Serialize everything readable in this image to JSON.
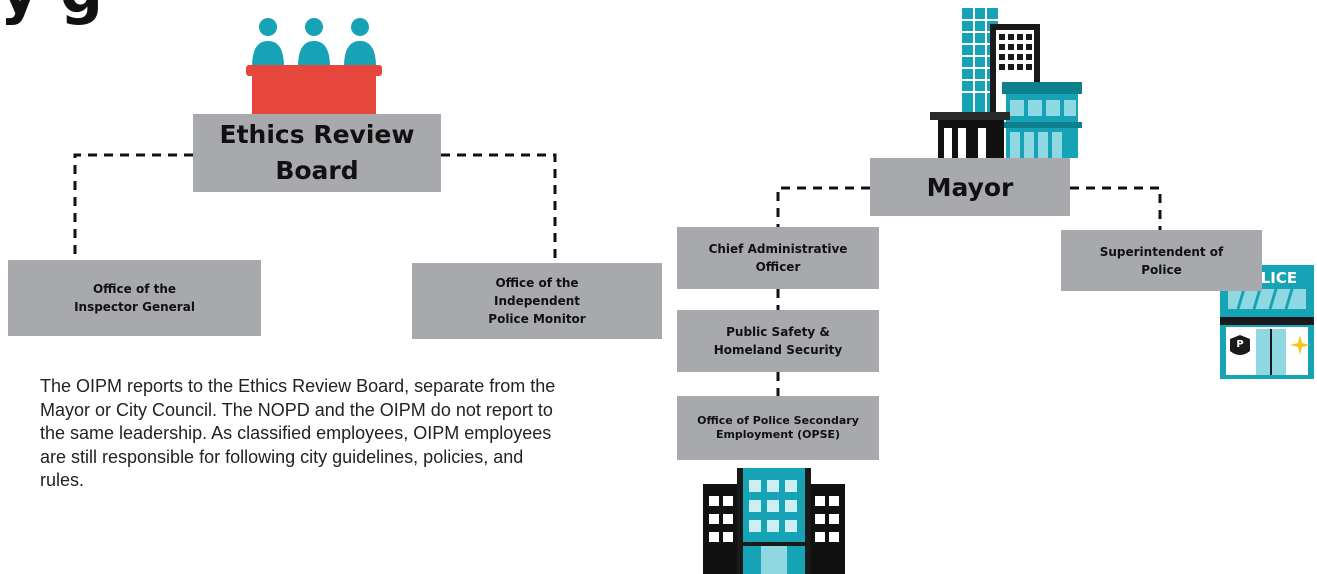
{
  "title_partial": "y g",
  "nodes": {
    "ethics_review_board": "Ethics Review\nBoard",
    "mayor": "Mayor",
    "office_inspector_general": "Office of the\nInspector General",
    "office_independent_police_monitor": "Office of the\nIndependent\nPolice Monitor",
    "chief_administrative_officer": "Chief Administrative\nOfficer",
    "superintendent_of_police": "Superintendent of\nPolice",
    "public_safety_homeland_security": "Public Safety &\nHomeland Security",
    "office_police_secondary_employment": "Office of Police Secondary\nEmployment (OPSE)"
  },
  "description": "The OIPM reports to the Ethics Review Board, separate from the Mayor or City Council.  The NOPD and the OIPM do not report to the same leadership.  As classified employees, OIPM employees are still responsible for following city guidelines, policies, and rules.",
  "police_sign": "POLICE",
  "police_badge_letter": "P",
  "colors": {
    "node_fill": "#a7a9ad",
    "board_desk": "#e5473d",
    "teal": "#15a3b5",
    "dark": "#1a1a1a"
  },
  "icons": [
    "board-members-icon",
    "city-skyline-icon",
    "police-station-icon",
    "office-building-icon"
  ]
}
